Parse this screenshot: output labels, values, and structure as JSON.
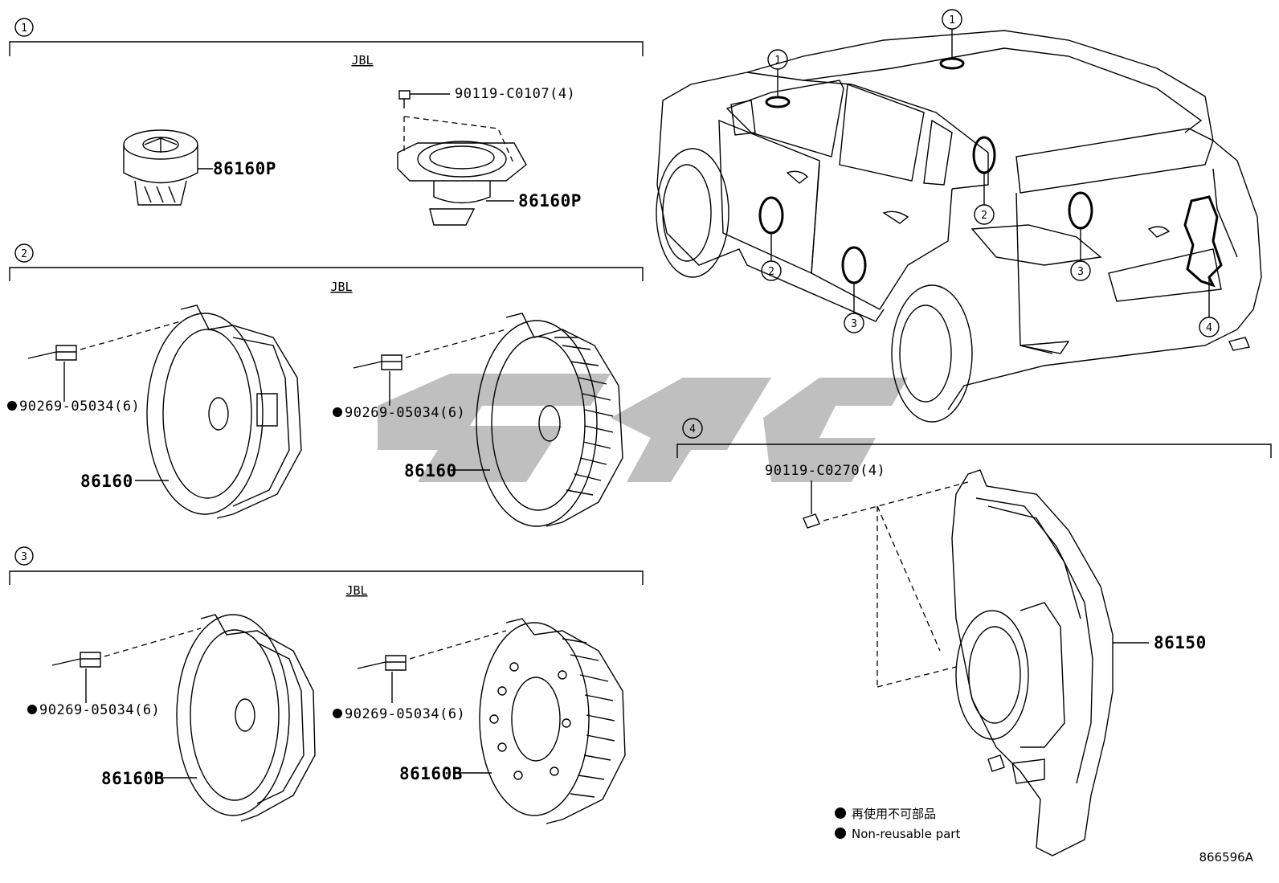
{
  "sections": [
    {
      "number": "1",
      "brand": "JBL"
    },
    {
      "number": "2",
      "brand": "JBL"
    },
    {
      "number": "3",
      "brand": "JBL"
    },
    {
      "number": "4"
    }
  ],
  "callouts": {
    "roof": "1",
    "mirror": "1",
    "front_door": "2",
    "rear_door_window": "2",
    "rear_door": "3",
    "tailgate_window": "3",
    "tailgate": "4"
  },
  "parts": {
    "tweeter_a": "86160P",
    "tweeter_b": "86160P",
    "tweeter_screw": "90119-C0107(4)",
    "front_speaker_a": "86160",
    "front_speaker_b": "86160",
    "front_rivet_a": "90269-05034(6)",
    "front_rivet_b": "90269-05034(6)",
    "rear_speaker_a": "86160B",
    "rear_speaker_b": "86160B",
    "rear_rivet_a": "90269-05034(6)",
    "rear_rivet_b": "90269-05034(6)",
    "subwoofer": "86150",
    "subwoofer_screw": "90119-C0270(4)"
  },
  "legend": {
    "line_jp": "再使用不可部品",
    "line_en": "Non-reusable part"
  },
  "diagram_id": "866596A",
  "watermark_color": "#b4b4b4"
}
